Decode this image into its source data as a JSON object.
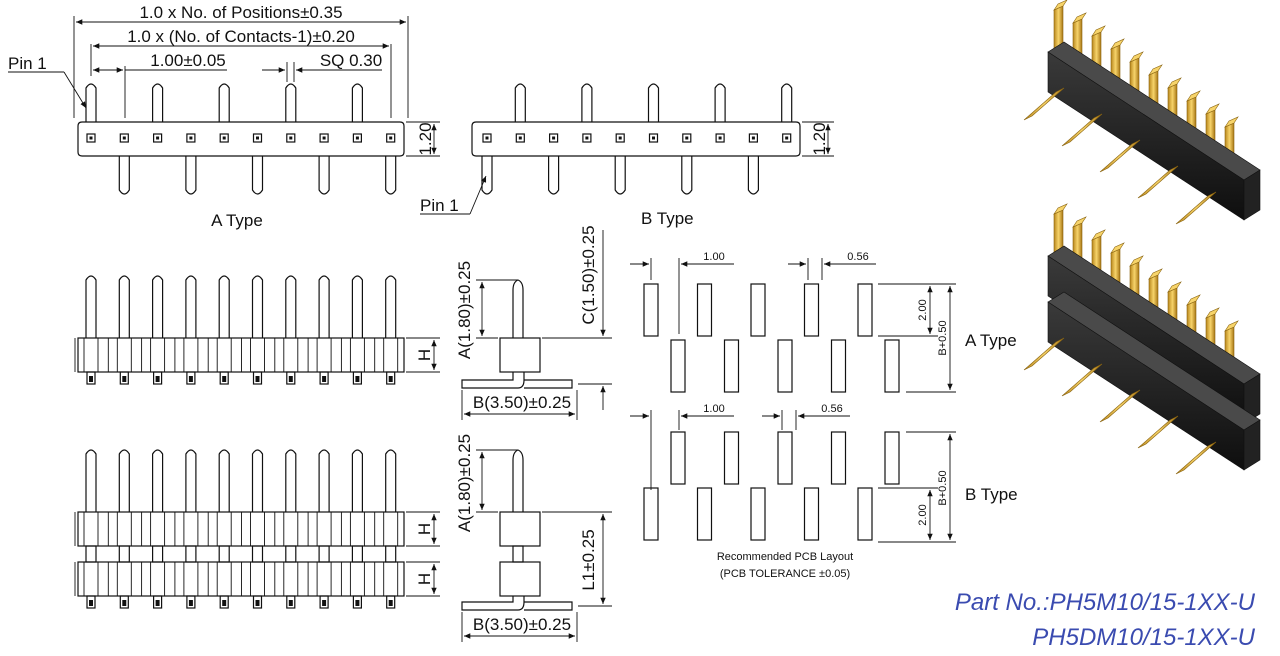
{
  "dimensions": {
    "total_length": "1.0 x No. of Positions±0.35",
    "contacts_length": "1.0 x (No. of Contacts-1)±0.20",
    "pitch": "1.00±0.05",
    "pin_square": "SQ 0.30",
    "height_top": "1.20",
    "height_side_a": "1.20",
    "pin_length_a": "A(1.80)±0.25",
    "foot_length_b": "B(3.50)±0.25",
    "offset_c": "C(1.50)±0.25",
    "pin_length_a2": "A(1.80)±0.25",
    "foot_length_b2": "B(3.50)±0.25",
    "l1": "L1±0.25",
    "h": "H"
  },
  "labels": {
    "pin1_a": "Pin 1",
    "pin1_b": "Pin 1",
    "a_type": "A Type",
    "b_type": "B Type",
    "layout_a_type": "A Type",
    "layout_b_type": "B Type"
  },
  "pcb_layout": {
    "pitch_a": "1.00",
    "pad_width_a": "0.56",
    "row_gap_a": "2.00",
    "total_a": "B+0.50",
    "pitch_b": "1.00",
    "pad_width_b": "0.56",
    "row_gap_b": "2.00",
    "total_b": "B+0.50",
    "caption_line1": "Recommended PCB Layout",
    "caption_line2": "(PCB TOLERANCE ±0.05)"
  },
  "part_numbers": {
    "line1": "Part No.:PH5M10/15-1XX-U",
    "line2": "PH5DM10/15-1XX-U"
  },
  "colors": {
    "part_number": "#3a4bb0",
    "connector_body": "#1e1e1e",
    "connector_pin": "#e2b23a"
  }
}
